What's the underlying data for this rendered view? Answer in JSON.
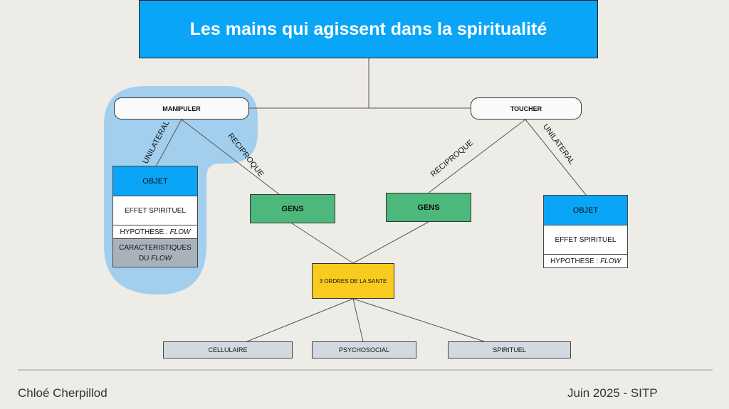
{
  "title": "Les mains qui agissent dans la spiritualité",
  "nodes": {
    "manipuler": "MANIPULER",
    "toucher": "TOUCHER",
    "gens_left": "GENS",
    "gens_right": "GENS",
    "sante": "3 ORDRES DE LA SANTE",
    "cellulaire": "CELLULAIRE",
    "psychosocial": "PSYCHOSOCIAL",
    "spirituel": "SPIRITUEL"
  },
  "edges": {
    "unilateral_left": "UNILATERAL",
    "reciproque_left": "RECIPROQUE",
    "reciproque_right": "RECIPROQUE",
    "unilateral_right": "UNILATERAL"
  },
  "objet_left": {
    "header": "OBJET",
    "effet": "EFFET SPIRITUEL",
    "hypothese_prefix": "HYPOTHESE : ",
    "hypothese_value": "FLOW",
    "carac_line1": "CARACTERISTIQUES",
    "carac_prefix": "DU ",
    "carac_value": "FLOW"
  },
  "objet_right": {
    "header": "OBJET",
    "effet": "EFFET SPIRITUEL",
    "hypothese_prefix": "HYPOTHESE : ",
    "hypothese_value": "FLOW"
  },
  "footer": {
    "author": "Chloé Cherpillod",
    "date": "Juin 2025 - SITP"
  },
  "colors": {
    "title_bg": "#0ba5f8",
    "highlight": "#a3cfee",
    "gens": "#4cb87c",
    "sante": "#f8cb1e",
    "leaf": "#d3d9e0",
    "caracteristiques": "#a9b2bb"
  }
}
